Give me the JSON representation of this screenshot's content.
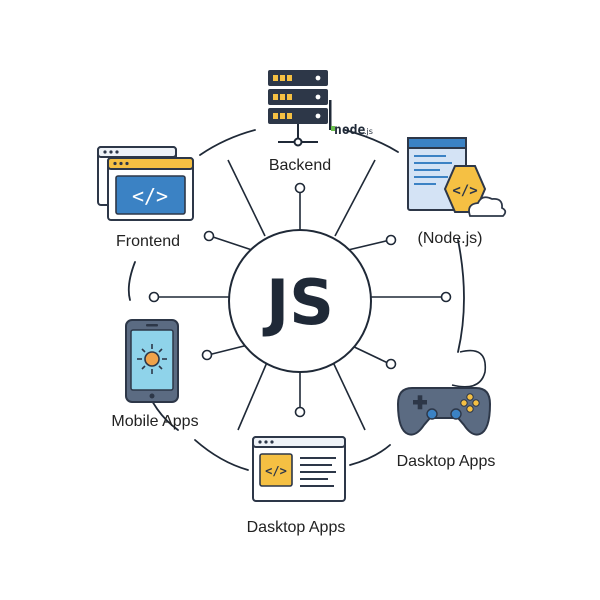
{
  "hub": {
    "label": "JS"
  },
  "labels": {
    "backend": "Backend",
    "node": "(Node.js)",
    "frontend": "Frontend",
    "mobile": "Mobile Apps",
    "desktop_right": "Dasktop Apps",
    "desktop_bottom": "Dasktop Apps"
  },
  "backend_logo": {
    "main": "node",
    "suffix": ".js"
  },
  "code_glyph": "</>",
  "icons": [
    "server-icon",
    "code-window-icon",
    "node-code-window-icon",
    "smartphone-icon",
    "gamepad-icon",
    "desktop-window-icon"
  ],
  "colors": {
    "line": "#1f2937",
    "dark": "#2d3748",
    "slate": "#5b6b82",
    "blue": "#3b82c4",
    "light_blue": "#d4e3f5",
    "yellow": "#f5c043",
    "orange": "#f0a24a",
    "cyan": "#8fd3ea",
    "window_bg": "#eef2f7"
  }
}
